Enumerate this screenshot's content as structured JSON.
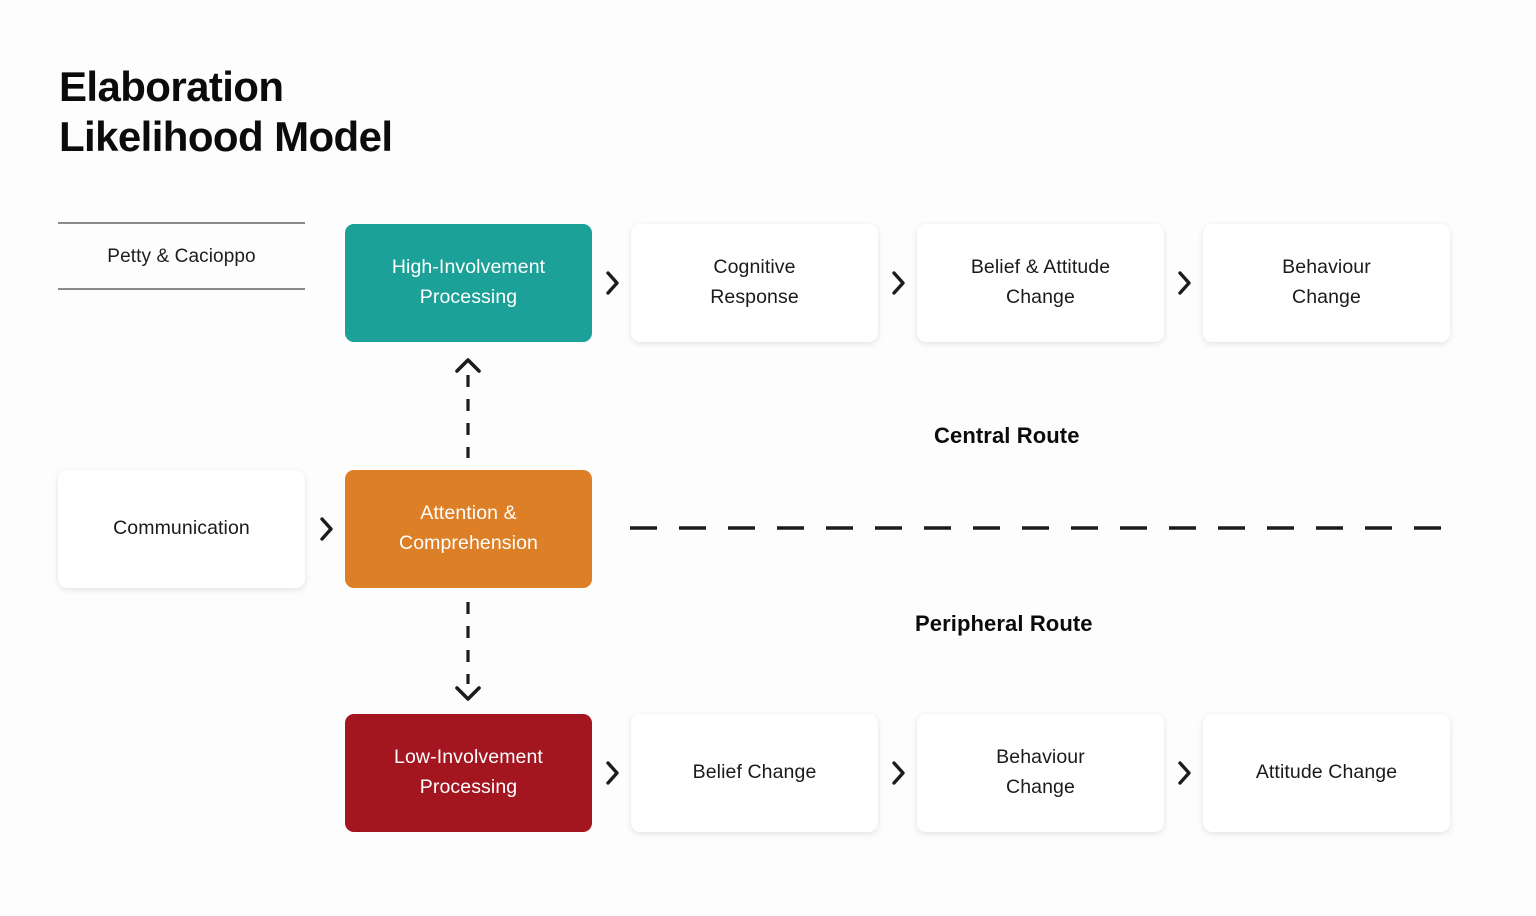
{
  "title": "Elaboration\nLikelihood Model",
  "source": {
    "label": "Petty & Cacioppo"
  },
  "rows": {
    "central": {
      "route_label": "Central Route",
      "nodes": [
        {
          "label": "High-Involvement\nProcessing",
          "style": "teal"
        },
        {
          "label": "Cognitive\nResponse",
          "style": "plain"
        },
        {
          "label": "Belief & Attitude\nChange",
          "style": "plain"
        },
        {
          "label": "Behaviour\nChange",
          "style": "plain"
        }
      ]
    },
    "input": {
      "nodes": [
        {
          "label": "Communication",
          "style": "plain"
        },
        {
          "label": "Attention &\nComprehension",
          "style": "orange"
        }
      ]
    },
    "peripheral": {
      "route_label": "Peripheral Route",
      "nodes": [
        {
          "label": "Low-Involvement\nProcessing",
          "style": "red"
        },
        {
          "label": "Belief Change",
          "style": "plain"
        },
        {
          "label": "Behaviour\nChange",
          "style": "plain"
        },
        {
          "label": "Attitude Change",
          "style": "plain"
        }
      ]
    }
  },
  "icons": {
    "chevron_right": "chevron-right-icon",
    "chevron_up": "chevron-up-icon",
    "chevron_down": "chevron-down-icon"
  },
  "colors": {
    "background": "#fdfdfd",
    "teal": "#1ba197",
    "orange": "#dd7f26",
    "red": "#a3151f",
    "text_dark": "#1a1a1a",
    "rule_gray": "#8a8a8a"
  }
}
